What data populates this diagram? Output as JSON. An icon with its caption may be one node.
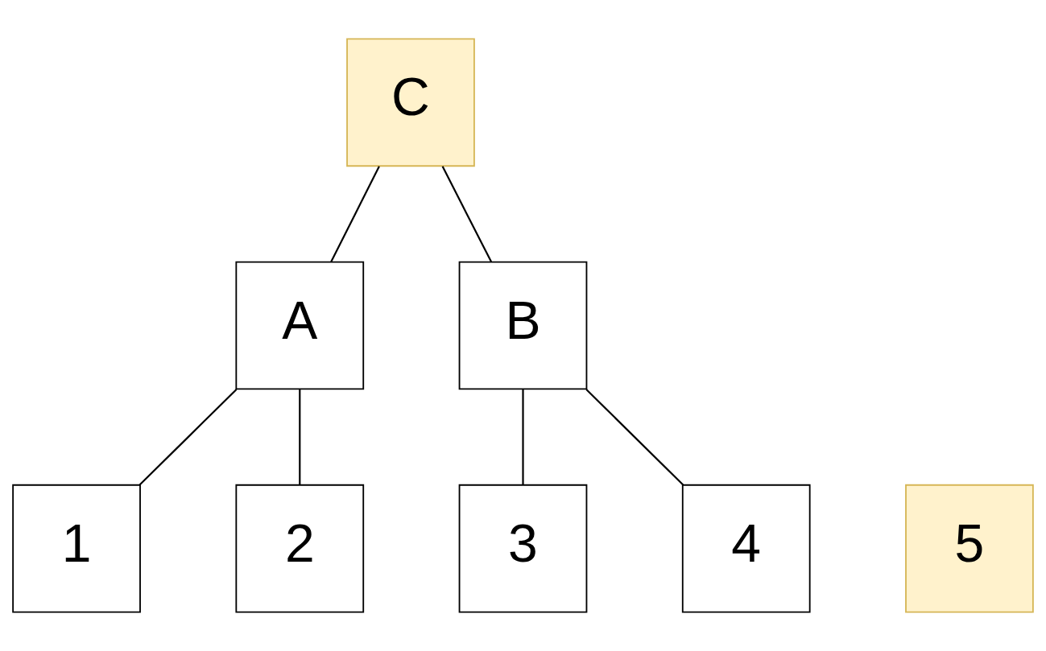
{
  "diagram": {
    "nodes": [
      {
        "text": [
          "C"
        ]
      },
      {
        "text": [
          "A"
        ]
      },
      {
        "text": [
          "B"
        ]
      },
      {
        "text": [
          "1"
        ]
      },
      {
        "text": [
          "2"
        ]
      },
      {
        "text": [
          "3"
        ]
      },
      {
        "text": [
          "4"
        ]
      },
      {
        "text": [
          "5"
        ]
      }
    ],
    "edges": [
      {
        "from": 0,
        "to": 1,
        "arrow": "none"
      },
      {
        "from": 0,
        "to": 2,
        "arrow": "none"
      },
      {
        "from": 1,
        "to": 3,
        "arrow": "none"
      },
      {
        "from": 1,
        "to": 4,
        "arrow": "none"
      },
      {
        "from": 2,
        "to": 5,
        "arrow": "none"
      },
      {
        "from": 2,
        "to": 6,
        "arrow": "none"
      }
    ]
  }
}
